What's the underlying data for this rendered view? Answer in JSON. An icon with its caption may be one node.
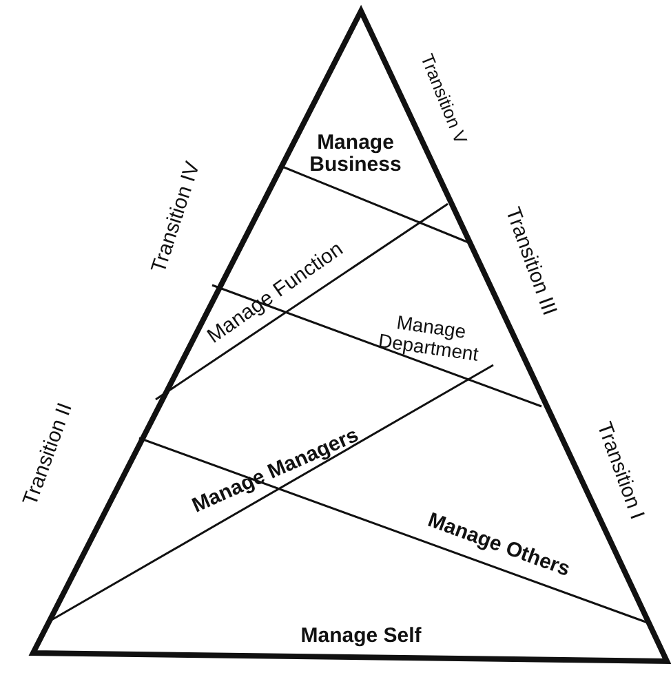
{
  "diagram": {
    "labels": [
      "Transition V",
      "Manage Business",
      "Transition IV",
      "Transition III",
      "Manage Function",
      "Manage Department",
      "Transition II",
      "Manage Managers",
      "Transition I",
      "Manage Others",
      "Manage Self"
    ]
  }
}
